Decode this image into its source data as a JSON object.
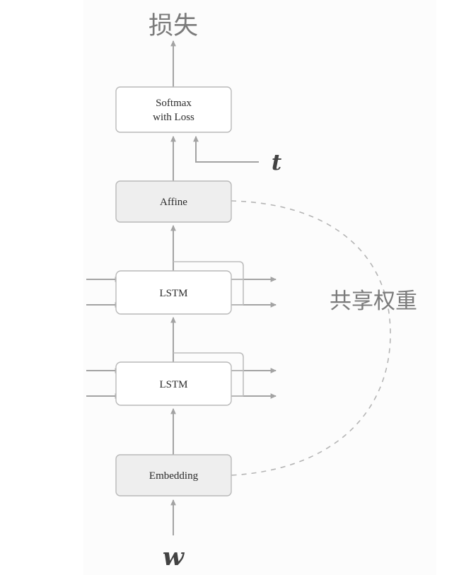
{
  "diagram": {
    "title_top": "损失",
    "annotation_right": "共享权重",
    "input_symbol": "w",
    "teacher_symbol": "t",
    "blocks": [
      {
        "id": "softmax",
        "label_line1": "Softmax",
        "label_line2": "with Loss",
        "fill": "#ffffff"
      },
      {
        "id": "affine",
        "label_line1": "Affine",
        "label_line2": "",
        "fill": "#eeeeee"
      },
      {
        "id": "lstm_upper",
        "label_line1": "LSTM",
        "label_line2": "",
        "fill": "#ffffff"
      },
      {
        "id": "lstm_lower",
        "label_line1": "LSTM",
        "label_line2": "",
        "fill": "#ffffff"
      },
      {
        "id": "embedding",
        "label_line1": "Embedding",
        "label_line2": "",
        "fill": "#eeeeee"
      }
    ],
    "colors": {
      "background": "#ffffff",
      "panel": "#fcfcfc",
      "box_stroke": "#b9b9b9",
      "box_fill_plain": "#ffffff",
      "box_fill_shaded": "#eeeeee",
      "arrow": "#a3a3a3",
      "connector": "#bdbdbd",
      "dashed": "#b5b5b5",
      "text_dark": "#2b2b2b",
      "text_gray": "#7b7b7b",
      "text_math": "#434343"
    },
    "flow_order": [
      "w",
      "embedding",
      "lstm_lower",
      "lstm_upper",
      "affine",
      "softmax",
      "损失"
    ],
    "shared_weight_link": {
      "from": "affine",
      "to": "embedding",
      "style": "dashed-curve"
    }
  }
}
